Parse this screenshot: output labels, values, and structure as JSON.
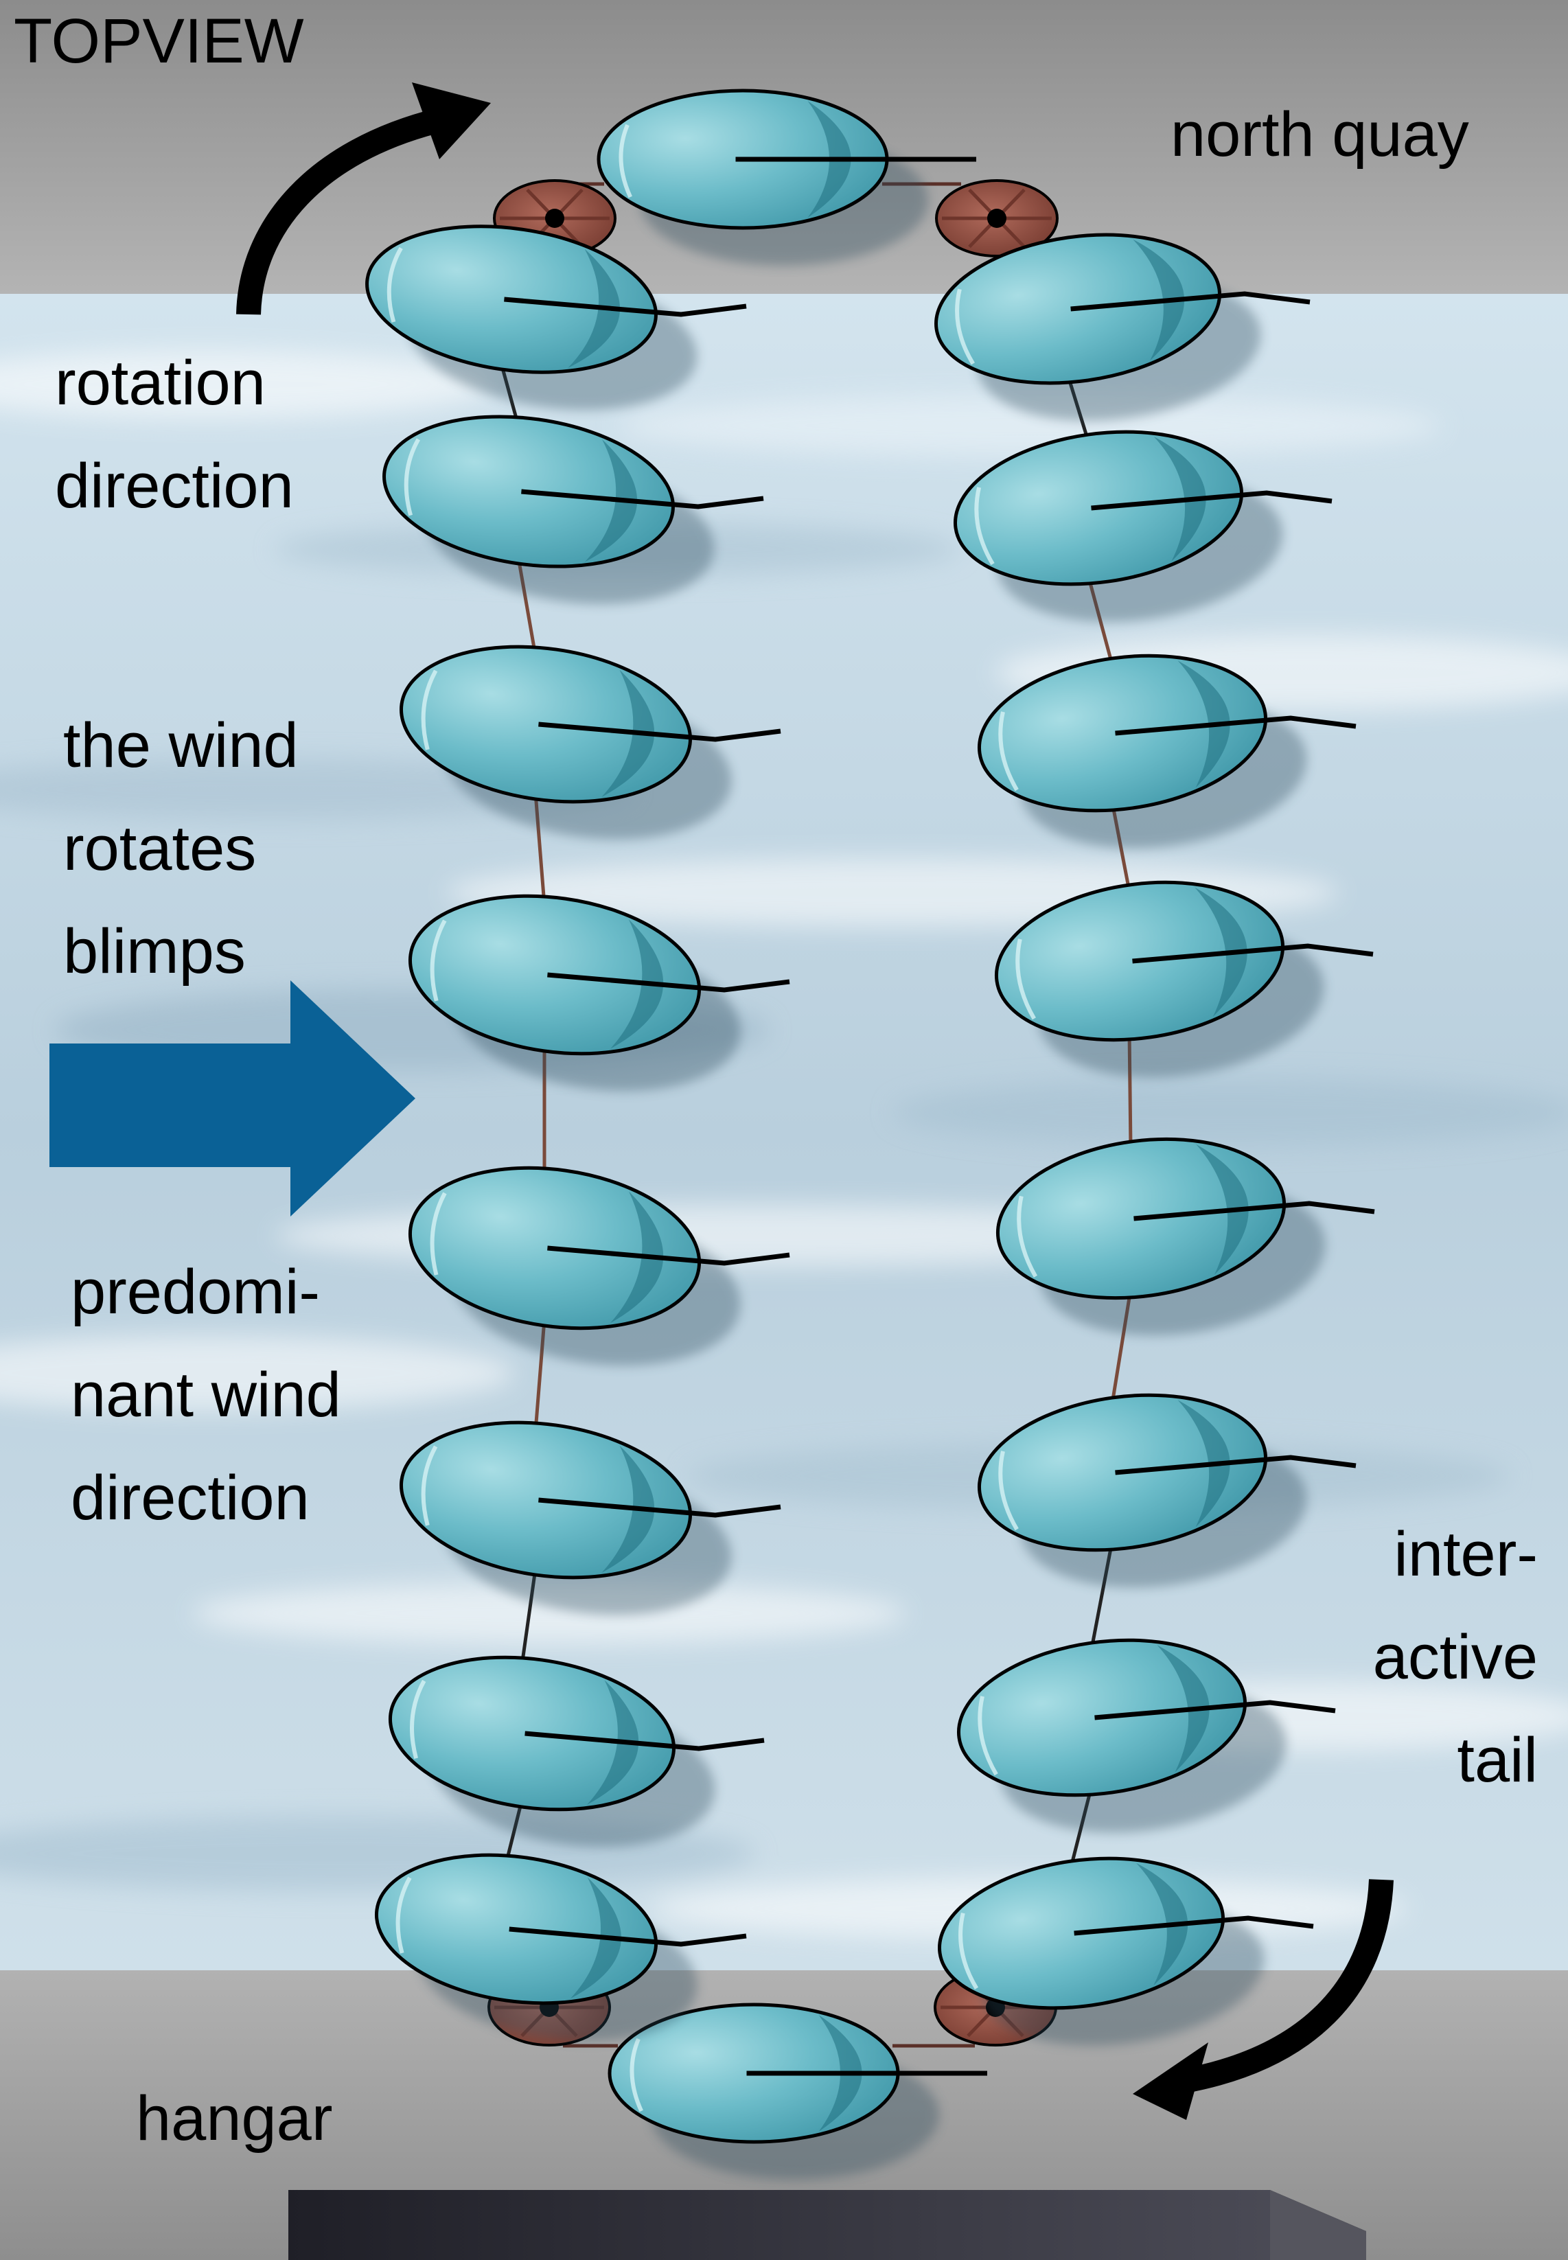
{
  "labels": {
    "topview": "TOPVIEW",
    "north_quay": "north quay",
    "rotation": [
      "rotation",
      "direction"
    ],
    "wind_rotates": [
      "the wind",
      "rotates",
      "blimps"
    ],
    "predominant": [
      "predomi-",
      "nant wind",
      "direction"
    ],
    "tail": [
      "inter-",
      "active",
      "tail"
    ],
    "hangar": "hangar"
  },
  "colors": {
    "quay_gray": "#9a9a9a",
    "water": "#c9dde8",
    "blimp_fill": "#6fc0cc",
    "blimp_dark": "#1f6f80",
    "wind_arrow": "#0a6196",
    "rope": "#7a4a3a",
    "pulley": "#9b5a4c",
    "hangar_door": "#2a2a33"
  },
  "icons": {
    "wind_arrow": "right-arrow-icon",
    "rotation_arrows": "curved-arrow-icon",
    "pulleys": "pulley-icon"
  }
}
